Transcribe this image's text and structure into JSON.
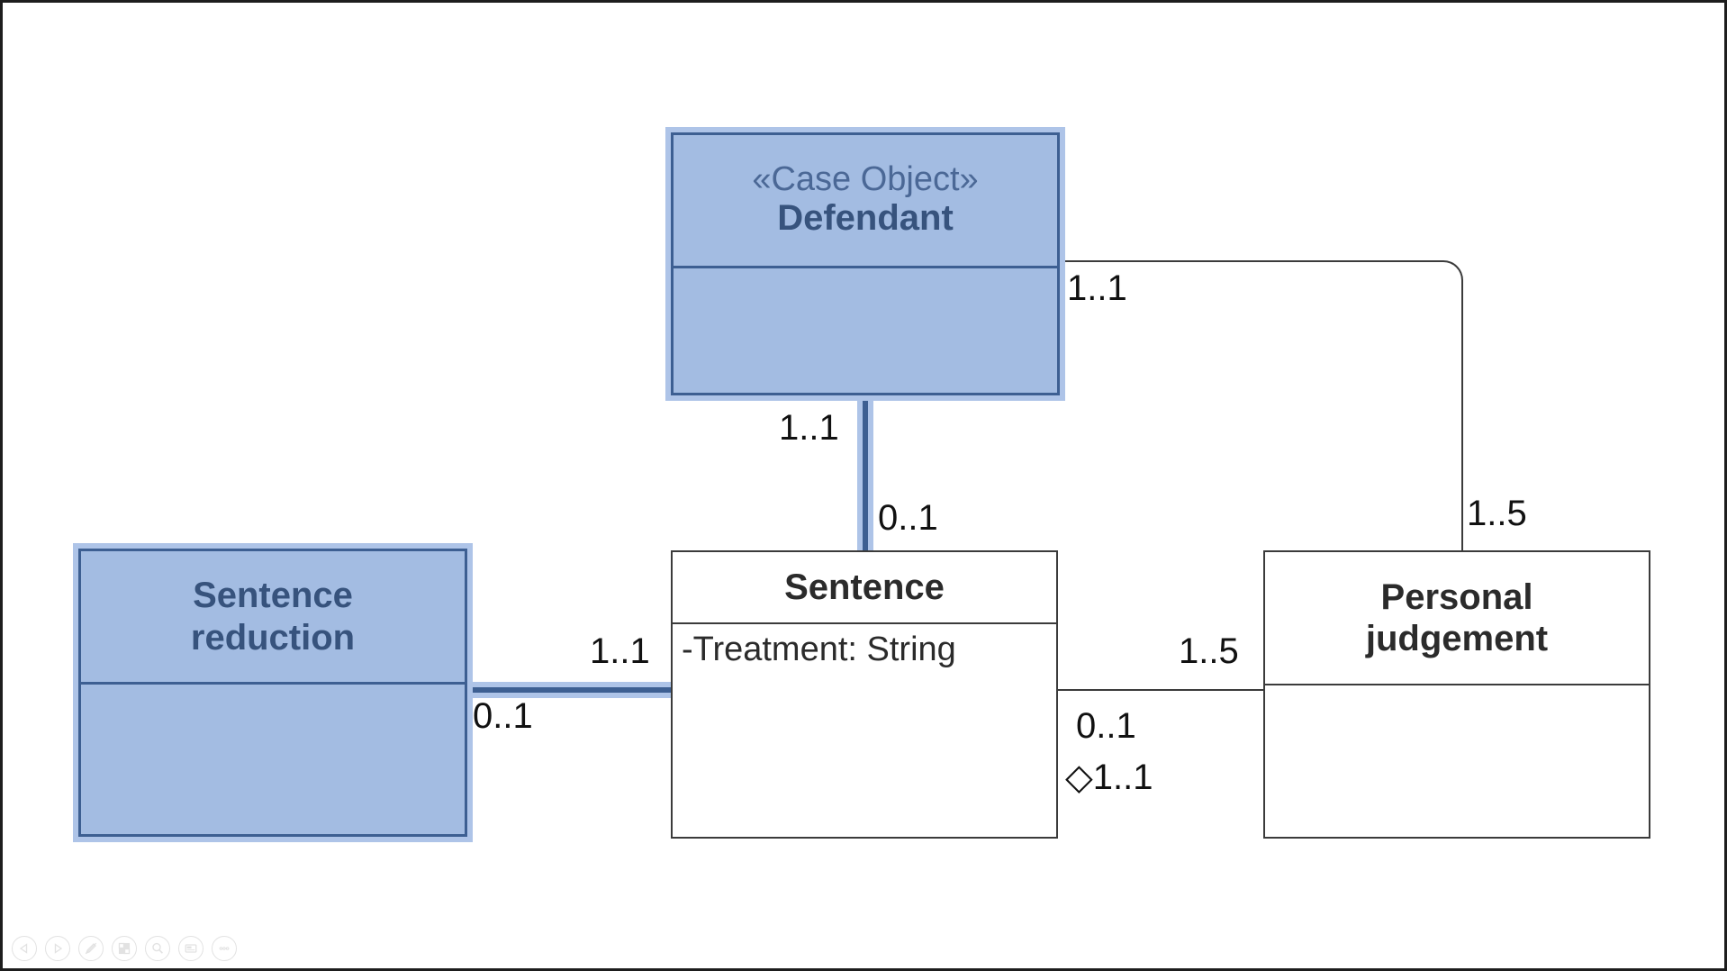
{
  "diagram": {
    "type": "uml-class-diagram",
    "classes": [
      {
        "id": "defendant",
        "stereotype": "«Case Object»",
        "name": "Defendant",
        "attributes": [],
        "selected": true,
        "fill": "#a3bce2",
        "stroke": "#3d5f92"
      },
      {
        "id": "sentence-reduction",
        "stereotype": "",
        "name_line1": "Sentence",
        "name_line2": "reduction",
        "attributes": [],
        "selected": true,
        "fill": "#a3bce2",
        "stroke": "#3d5f92"
      },
      {
        "id": "sentence",
        "stereotype": "",
        "name": "Sentence",
        "attribute": "-Treatment: String",
        "selected": false,
        "fill": "#ffffff",
        "stroke": "#3b3b3b"
      },
      {
        "id": "personal-judgement",
        "stereotype": "",
        "name_line1": "Personal",
        "name_line2": "judgement",
        "attributes": [],
        "selected": false,
        "fill": "#ffffff",
        "stroke": "#3b3b3b"
      }
    ],
    "multiplicities": {
      "defendant_to_judgement": "1..1",
      "judgement_from_defendant": "1..5",
      "defendant_to_sentence": "1..1",
      "sentence_from_defendant": "0..1",
      "reduction_to_sentence_upper": "1..1",
      "reduction_to_sentence_lower": "0..1",
      "sentence_to_judgement": "1..5",
      "judgement_to_sentence_upper": "0..1",
      "judgement_to_sentence_lower": "◇1..1",
      "aggregation_marker": "◇"
    },
    "colors": {
      "selected_fill": "#a3bce2",
      "selected_stroke": "#3d5f92",
      "selection_halo": "#aec4e8",
      "plain_stroke": "#3b3b3b",
      "canvas_border": "#1d1d1d",
      "text_dark": "#2b2b2b",
      "text_blue": "#37537d"
    }
  },
  "toolbar": {
    "items": [
      {
        "icon": "back-arrow-icon",
        "label": "Back"
      },
      {
        "icon": "forward-arrow-icon",
        "label": "Forward"
      },
      {
        "icon": "pen-icon",
        "label": "Edit"
      },
      {
        "icon": "layers-icon",
        "label": "Layers"
      },
      {
        "icon": "magnifier-icon",
        "label": "Zoom"
      },
      {
        "icon": "note-card-icon",
        "label": "Notes"
      },
      {
        "icon": "more-icon",
        "label": "More"
      }
    ]
  }
}
